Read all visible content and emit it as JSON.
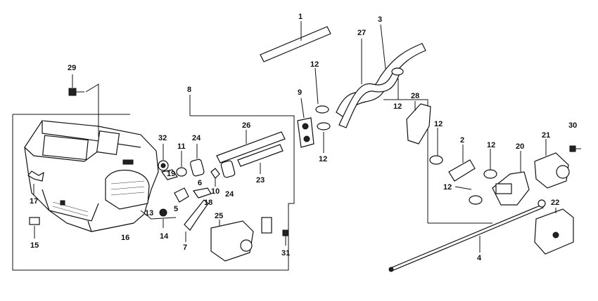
{
  "diagram": {
    "callouts": [
      "1",
      "2",
      "3",
      "4",
      "5",
      "6",
      "7",
      "8",
      "9",
      "10",
      "11",
      "12",
      "12",
      "12",
      "12",
      "12",
      "12",
      "13",
      "14",
      "15",
      "16",
      "17",
      "18",
      "19",
      "20",
      "21",
      "22",
      "23",
      "24",
      "24",
      "25",
      "26",
      "27",
      "28",
      "29",
      "30",
      "31",
      "32"
    ]
  }
}
